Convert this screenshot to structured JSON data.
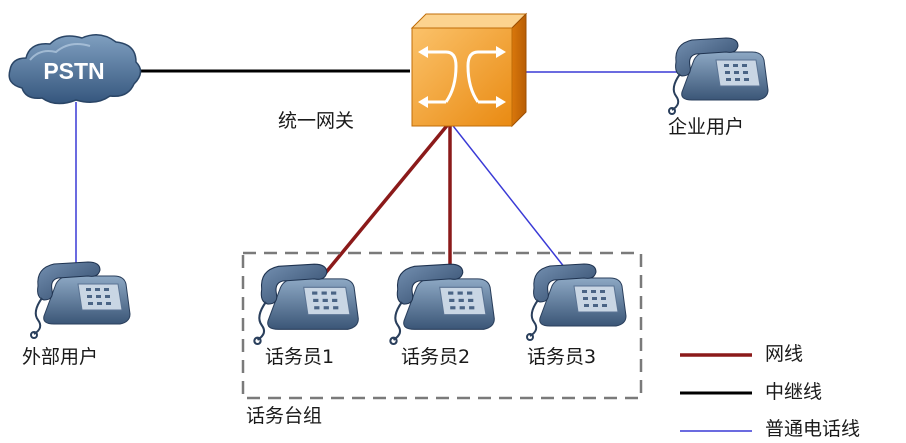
{
  "nodes": {
    "pstn": {
      "label": "PSTN"
    },
    "gateway": {
      "label": "统一网关"
    },
    "enterprise_user": {
      "label": "企业用户"
    },
    "external_user": {
      "label": "外部用户"
    },
    "operator_1": {
      "label": "话务员1"
    },
    "operator_2": {
      "label": "话务员2"
    },
    "operator_3": {
      "label": "话务员3"
    }
  },
  "group": {
    "label": "话务台组"
  },
  "legend": {
    "network_line": {
      "label": "网线",
      "color": "#8b1a1a"
    },
    "trunk_line": {
      "label": "中继线",
      "color": "#000000"
    },
    "phone_line": {
      "label": "普通电话线",
      "color": "#3a3ad6"
    }
  },
  "icons": {
    "cloud": "pstn-cloud-icon",
    "switch": "gateway-switch-icon",
    "phone": "desk-phone-icon"
  }
}
